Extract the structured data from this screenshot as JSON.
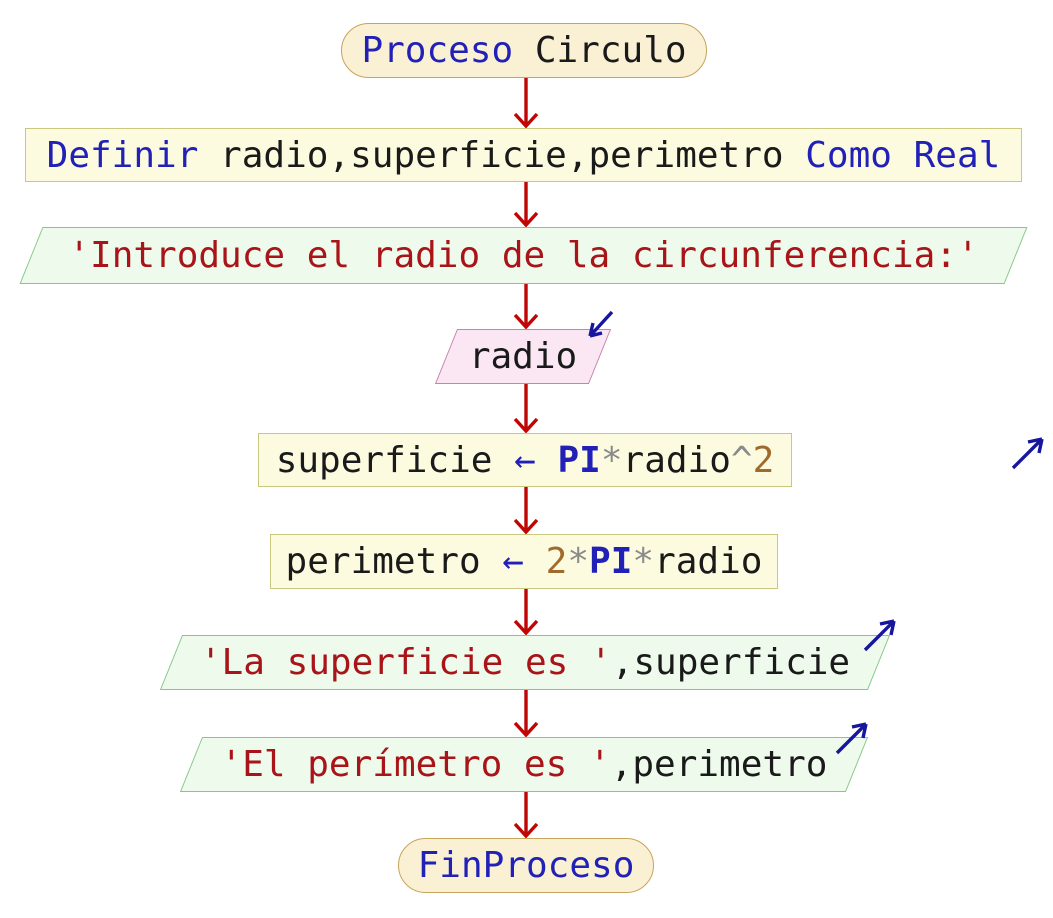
{
  "diagram": {
    "name": "Proceso Circulo",
    "tool_style": "pseint-flowchart",
    "colors": {
      "page_bg": "#ffffff",
      "keyword": "#2121b8",
      "identifier": "#1a1a1a",
      "string": "#a81418",
      "number": "#a06a2a",
      "operator": "#8a8a8a",
      "flow_arrow": "#c00505",
      "io_arrow": "#16169e",
      "terminator_bg": "#faf0d3",
      "terminator_border": "#c8a45c",
      "process_bg": "#fdfbdf",
      "process_border": "#c9c87e",
      "output_bg": "#edfaec",
      "output_border": "#86c786",
      "input_bg": "#fbe6f3",
      "input_border": "#c683ad"
    },
    "icons": {
      "flow": "down-arrow",
      "output": "up-right-arrow",
      "input": "down-left-arrow"
    },
    "nodes": [
      {
        "id": "start",
        "type": "terminator",
        "segments": [
          {
            "text": "Proceso ",
            "token": "keyword"
          },
          {
            "text": "Circulo",
            "token": "identifier"
          }
        ]
      },
      {
        "id": "declare",
        "type": "process",
        "segments": [
          {
            "text": "Definir ",
            "token": "keyword"
          },
          {
            "text": "radio,superficie,perimetro",
            "token": "identifier"
          },
          {
            "text": " Como Real",
            "token": "keyword"
          }
        ]
      },
      {
        "id": "prompt",
        "type": "output",
        "segments": [
          {
            "text": "'Introduce el radio de la circunferencia:'",
            "token": "string"
          }
        ]
      },
      {
        "id": "read-radio",
        "type": "input",
        "segments": [
          {
            "text": "radio",
            "token": "identifier"
          }
        ]
      },
      {
        "id": "assign-superficie",
        "type": "process",
        "segments": [
          {
            "text": "superficie ",
            "token": "identifier"
          },
          {
            "text": "← ",
            "token": "keyword"
          },
          {
            "text": "PI",
            "token": "keyword-bold"
          },
          {
            "text": "*",
            "token": "operator"
          },
          {
            "text": "radio",
            "token": "identifier"
          },
          {
            "text": "^",
            "token": "operator"
          },
          {
            "text": "2",
            "token": "number"
          }
        ]
      },
      {
        "id": "assign-perimetro",
        "type": "process",
        "segments": [
          {
            "text": "perimetro ",
            "token": "identifier"
          },
          {
            "text": "← ",
            "token": "keyword"
          },
          {
            "text": "2",
            "token": "number"
          },
          {
            "text": "*",
            "token": "operator"
          },
          {
            "text": "PI",
            "token": "keyword-bold"
          },
          {
            "text": "*",
            "token": "operator"
          },
          {
            "text": "radio",
            "token": "identifier"
          }
        ]
      },
      {
        "id": "print-superficie",
        "type": "output",
        "segments": [
          {
            "text": "'La superficie es '",
            "token": "string"
          },
          {
            "text": ",superficie",
            "token": "identifier"
          }
        ]
      },
      {
        "id": "print-perimetro",
        "type": "output",
        "segments": [
          {
            "text": "'El perímetro es '",
            "token": "string"
          },
          {
            "text": ",perimetro",
            "token": "identifier"
          }
        ]
      },
      {
        "id": "end",
        "type": "terminator",
        "segments": [
          {
            "text": "FinProceso",
            "token": "keyword"
          }
        ]
      }
    ]
  }
}
